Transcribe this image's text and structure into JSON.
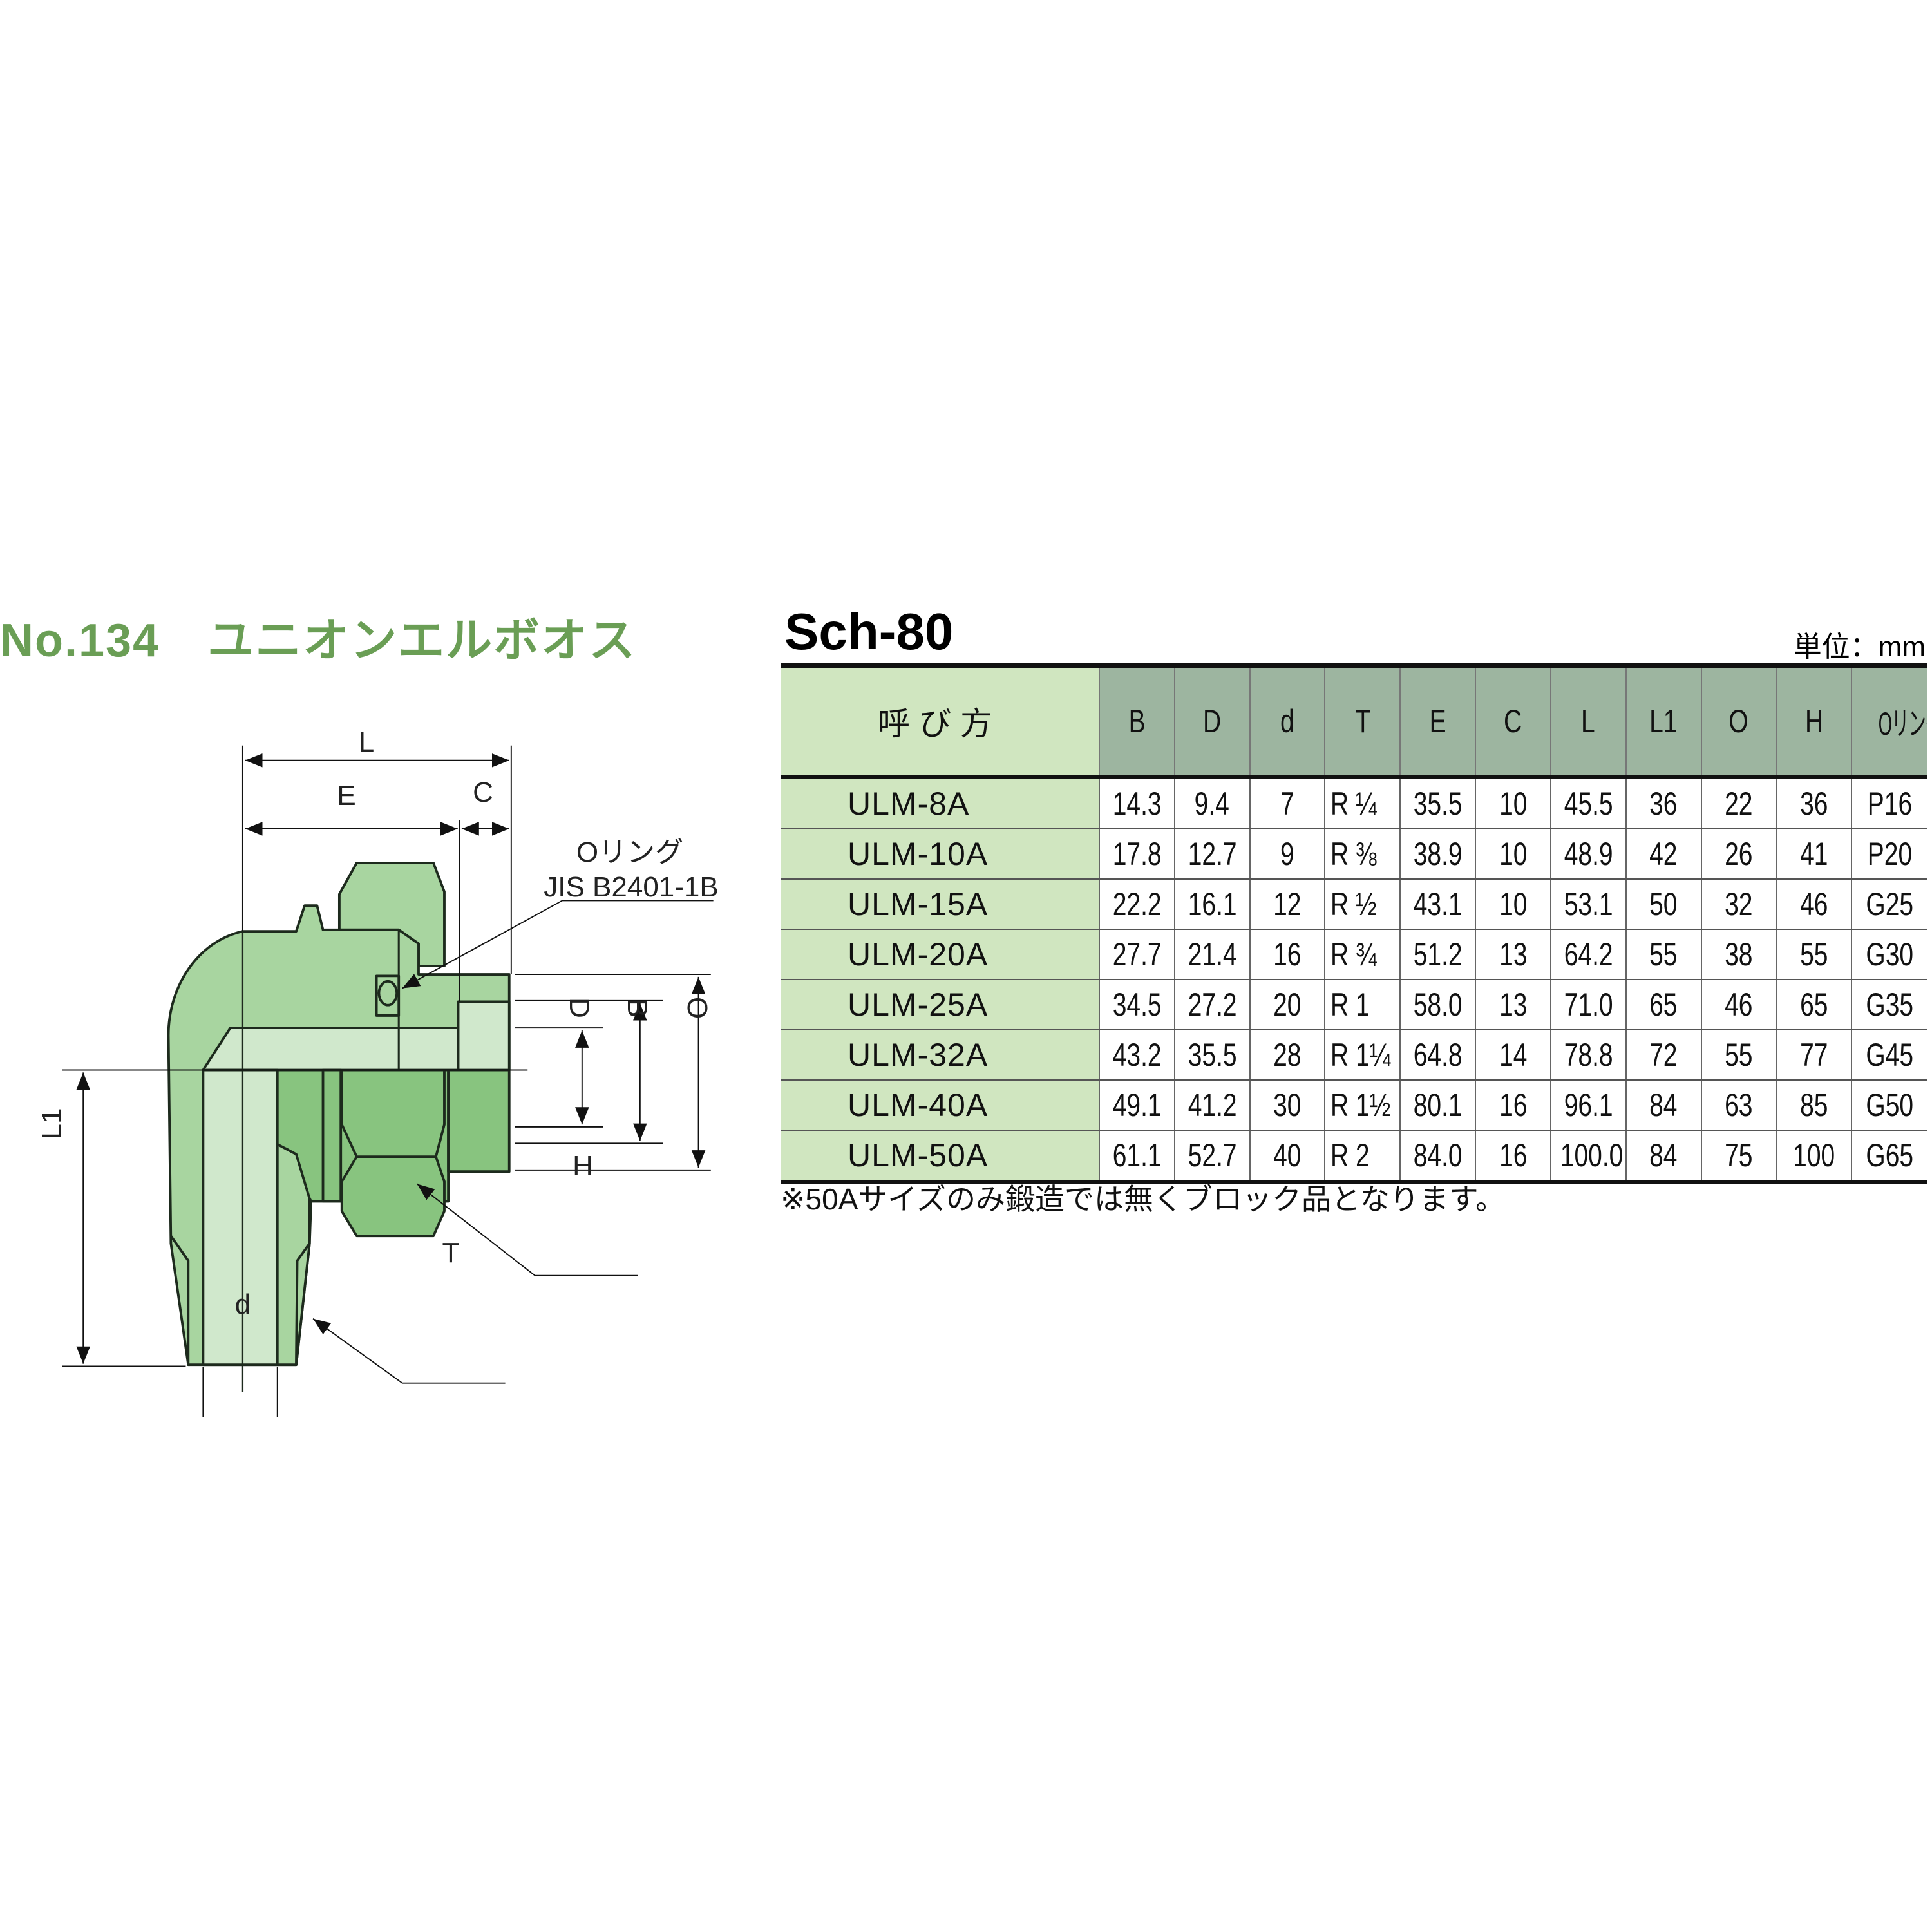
{
  "title": "No.134　ユニオンエルボオス",
  "schedule": "Sch-80",
  "unit": "単位：mm",
  "colors": {
    "title": "#6a9e55",
    "header": "#9db5a0",
    "name_col": "#d0e6c0",
    "body": "#a8d5a0",
    "bore": "#d0e8cc",
    "dark": "#88c47f"
  },
  "drawing": {
    "labels": {
      "L": "L",
      "E": "E",
      "C": "C",
      "oring": "Oリング",
      "jis": "JIS B2401-1B",
      "D": "D",
      "B": "B",
      "O": "O",
      "H": "H",
      "T": "T",
      "L1": "L1",
      "d": "d"
    }
  },
  "table": {
    "headers": [
      "呼び方",
      "B",
      "D",
      "d",
      "T",
      "E",
      "C",
      "L",
      "L1",
      "O",
      "H",
      "Oリング"
    ],
    "rows": [
      [
        "ULM-8A",
        "14.3",
        "9.4",
        "7",
        "R ¼",
        "35.5",
        "10",
        "45.5",
        "36",
        "22",
        "36",
        "P16"
      ],
      [
        "ULM-10A",
        "17.8",
        "12.7",
        "9",
        "R ⅜",
        "38.9",
        "10",
        "48.9",
        "42",
        "26",
        "41",
        "P20"
      ],
      [
        "ULM-15A",
        "22.2",
        "16.1",
        "12",
        "R ½",
        "43.1",
        "10",
        "53.1",
        "50",
        "32",
        "46",
        "G25"
      ],
      [
        "ULM-20A",
        "27.7",
        "21.4",
        "16",
        "R ¾",
        "51.2",
        "13",
        "64.2",
        "55",
        "38",
        "55",
        "G30"
      ],
      [
        "ULM-25A",
        "34.5",
        "27.2",
        "20",
        "R 1",
        "58.0",
        "13",
        "71.0",
        "65",
        "46",
        "65",
        "G35"
      ],
      [
        "ULM-32A",
        "43.2",
        "35.5",
        "28",
        "R 1¼",
        "64.8",
        "14",
        "78.8",
        "72",
        "55",
        "77",
        "G45"
      ],
      [
        "ULM-40A",
        "49.1",
        "41.2",
        "30",
        "R 1½",
        "80.1",
        "16",
        "96.1",
        "84",
        "63",
        "85",
        "G50"
      ],
      [
        "ULM-50A",
        "61.1",
        "52.7",
        "40",
        "R 2",
        "84.0",
        "16",
        "100.0",
        "84",
        "75",
        "100",
        "G65"
      ]
    ]
  },
  "note": "※50Aサイズのみ鍛造では無くブロック品となります。"
}
